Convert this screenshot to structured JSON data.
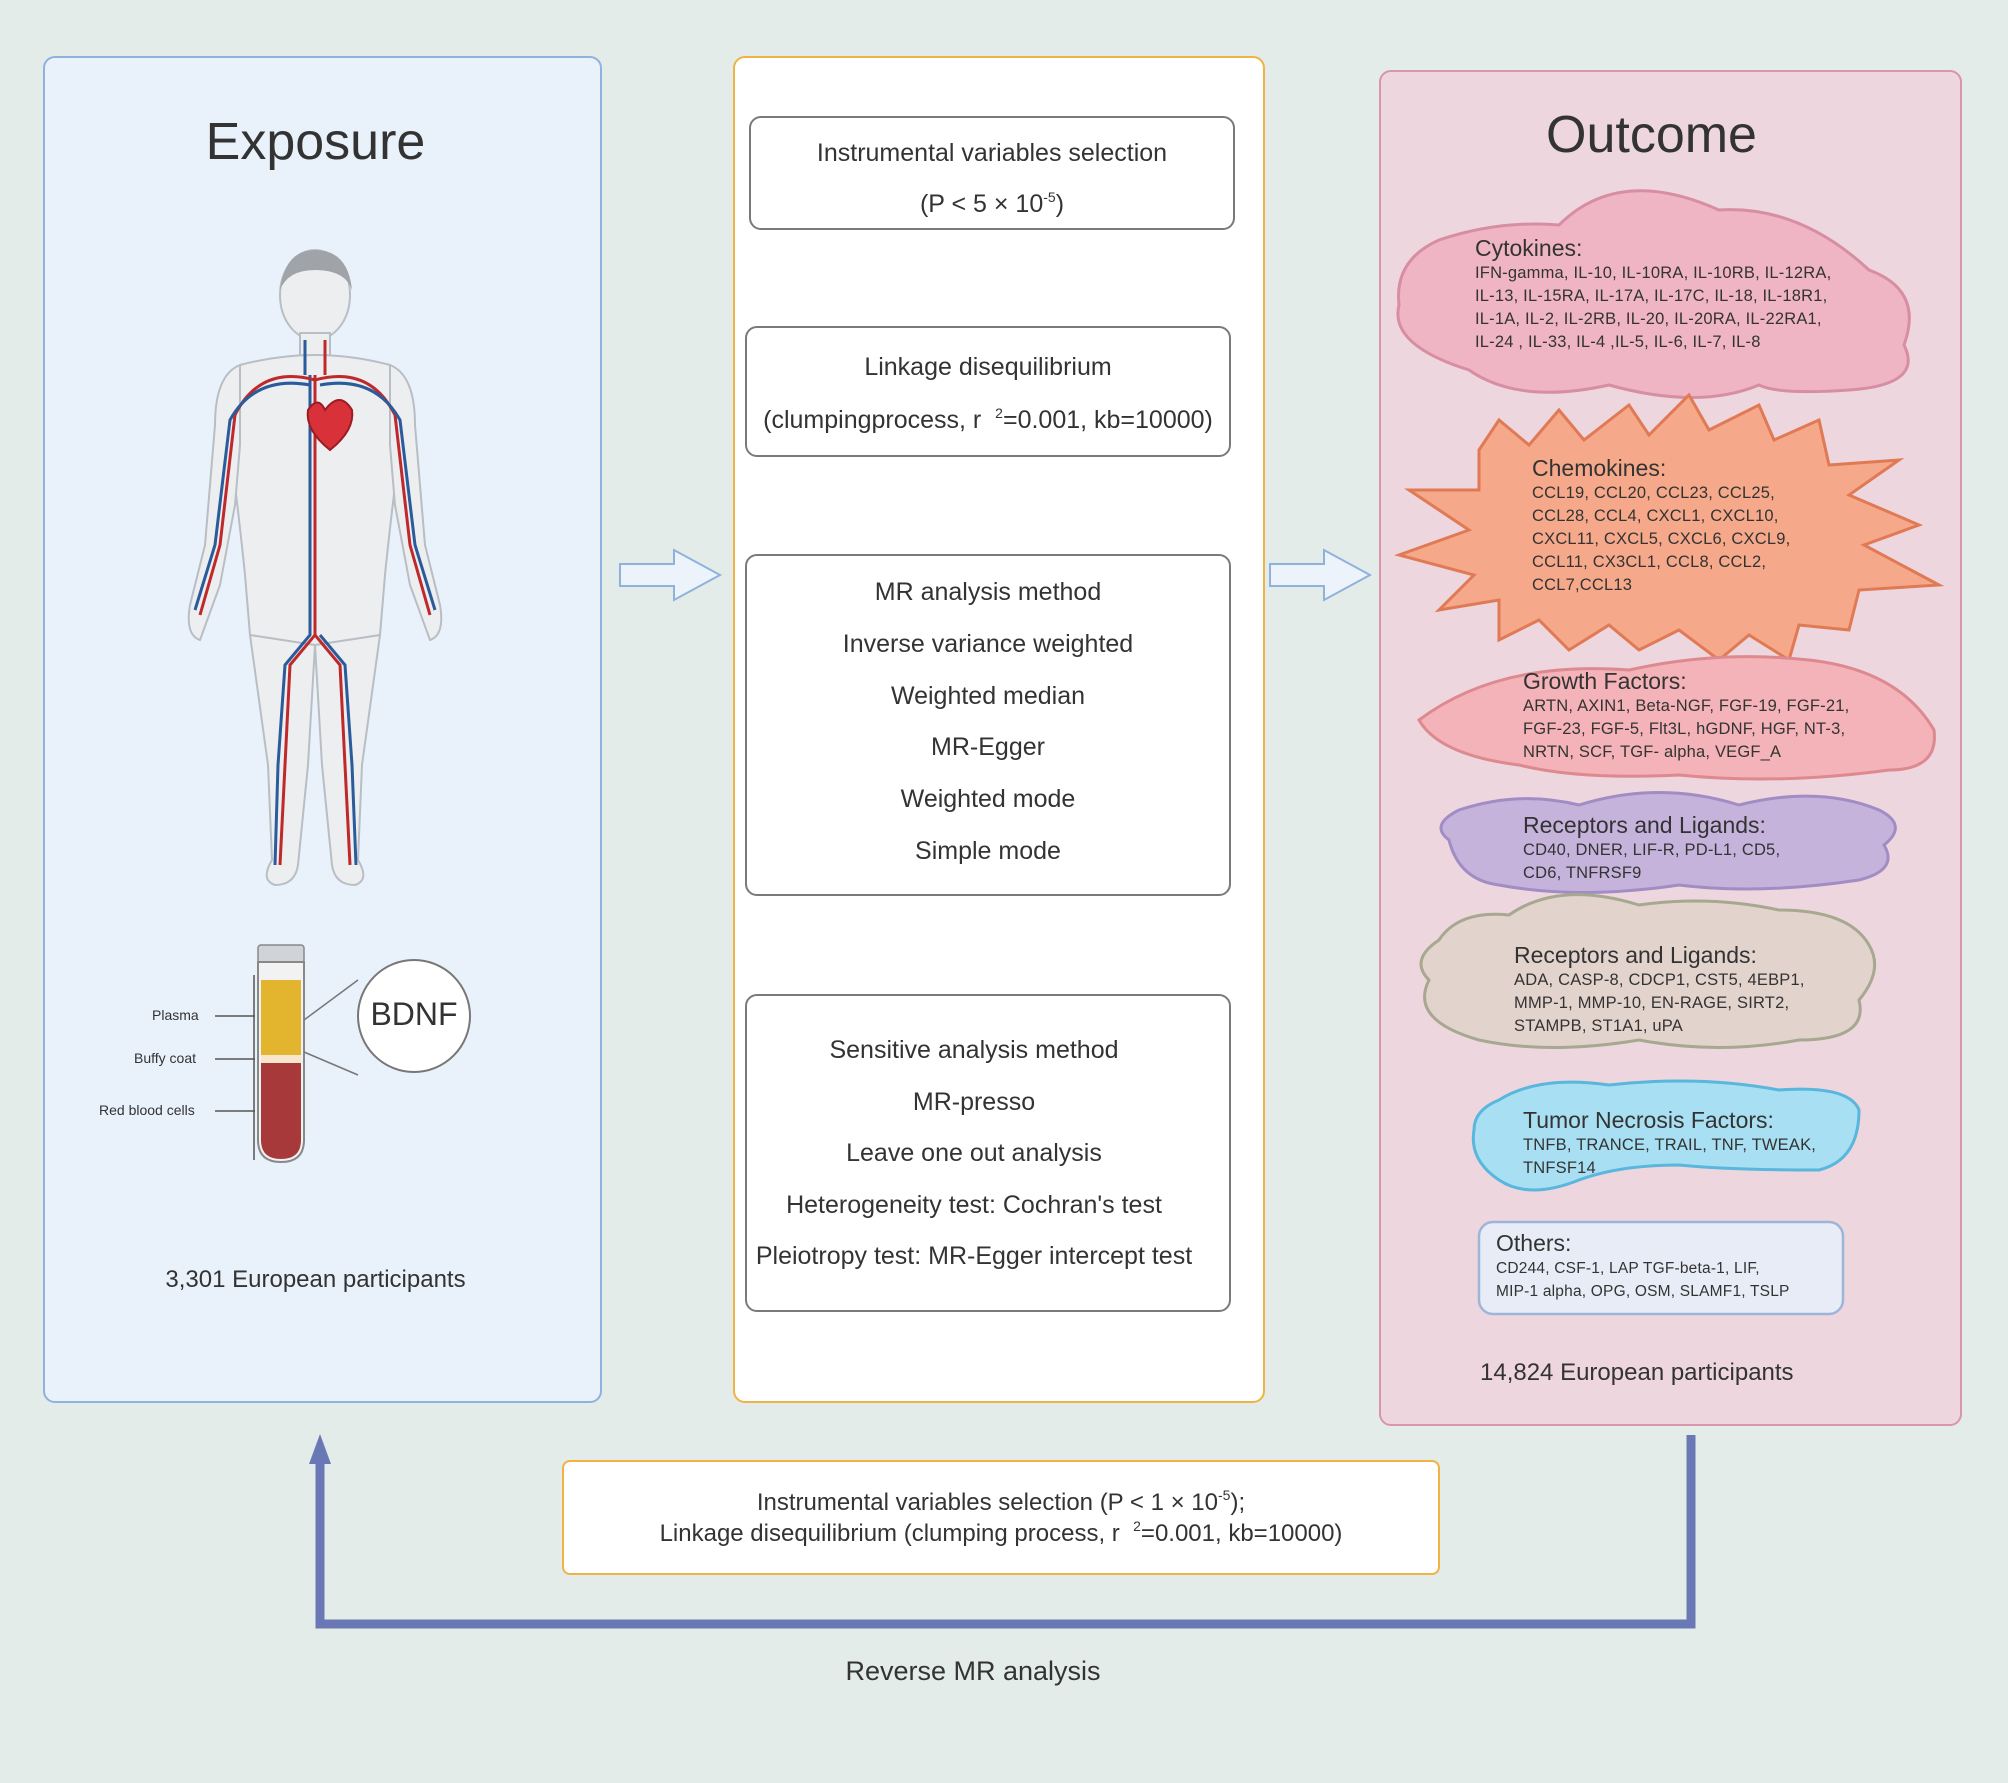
{
  "exposure": {
    "title": "Exposure",
    "tube_labels": [
      "Plasma",
      "Buffy coat",
      "Red blood cells"
    ],
    "biomarker": "BDNF",
    "participants": "3,301 European participants"
  },
  "methods": {
    "iv_box": {
      "line1": "Instrumental variables selection",
      "line2_pre": "(P  < 5 × 10",
      "line2_sup": "-5",
      "line2_post": ")"
    },
    "ld_box": {
      "line1": "Linkage disequilibrium",
      "line2_pre": "(clumpingprocess, r",
      "line2_sup": "2",
      "line2_post": "=0.001, kb=10000)"
    },
    "mr_box": [
      "MR analysis method",
      "Inverse variance weighted",
      "Weighted median",
      "MR-Egger",
      "Weighted mode",
      "Simple mode"
    ],
    "sens_box": [
      "Sensitive analysis method",
      "MR-presso",
      "Leave one out analysis",
      "Heterogeneity test: Cochran's test",
      "Pleiotropy test: MR-Egger intercept test"
    ]
  },
  "outcome": {
    "title": "Outcome",
    "participants": "14,824 European participants",
    "groups": [
      {
        "heading": "Cytokines:",
        "color": "#efb5c4",
        "lines": [
          "IFN-gamma,   IL-10,   IL-10RA,    IL-10RB,    IL-12RA,",
          "IL-13,   IL-15RA,    IL-17A,    IL-17C,    IL-18,   IL-18R1,",
          "IL-1A,   IL-2,   IL-2RB,   IL-20,   IL-20RA,    IL-22RA1,",
          "IL-24 ,  IL-33,  IL-4 ,IL-5,  IL-6,  IL-7,  IL-8"
        ]
      },
      {
        "heading": "Chemokines:",
        "color": "#f5a98a",
        "lines": [
          "CCL19,      CCL20,      CCL23,      CCL25,",
          "CCL28,      CCL4,     CXCL1,      CXCL10,",
          "CXCL11,     CXCL5,     CXCL6,      CXCL9,",
          "CCL11,      CX3CL1,      CCL8,      CCL2,",
          "CCL7,CCL13"
        ]
      },
      {
        "heading": "Growth Factors:",
        "color": "#f4b3b8",
        "lines": [
          "ARTN,   AXIN1,   Beta-NGF,  FGF-19,   FGF-21,",
          "FGF-23,   FGF-5,   Flt3L,   hGDNF,   HGF,   NT-3,",
          "NRTN,  SCF,  TGF- alpha,  VEGF_A"
        ]
      },
      {
        "heading": "Receptors and Ligands:",
        "color": "#c6b3dc",
        "lines": [
          "CD40, DNER, LIF-R, PD-L1, CD5,",
          "CD6, TNFRSF9"
        ]
      },
      {
        "heading": "Receptors   and Ligands:",
        "color": "#e3d3cd",
        "lines": [
          "ADA,  CASP-8,   CDCP1,   CST5,    4EBP1,",
          "MMP-1,    MMP-10,    EN-RAGE,    SIRT2,",
          "STAMPB,   ST1A1,   uPA"
        ]
      },
      {
        "heading": "Tumor  Necrosis   Factors:",
        "color": "#a9dff2",
        "lines": [
          "TNFB,  TRANCE,   TRAIL,   TNF,   TWEAK,",
          "TNFSF14"
        ]
      },
      {
        "heading": "Others:",
        "color": "#e8ecf7",
        "lines": [
          "CD244,     CSF-1,      LAP    TGF-beta-1,     LIF,",
          "MIP-1  alpha, OPG, OSM, SLAMF1,  TSLP"
        ]
      }
    ]
  },
  "reverse": {
    "line1_pre": "Instrumental variables selection       (P  < 1 × 10",
    "line1_sup": "-5",
    "line1_post": ");",
    "line2_pre": "Linkage disequilibrium     (clumping process, r",
    "line2_sup": "2",
    "line2_post": "=0.001, kb=10000)",
    "label": "Reverse MR analysis"
  }
}
